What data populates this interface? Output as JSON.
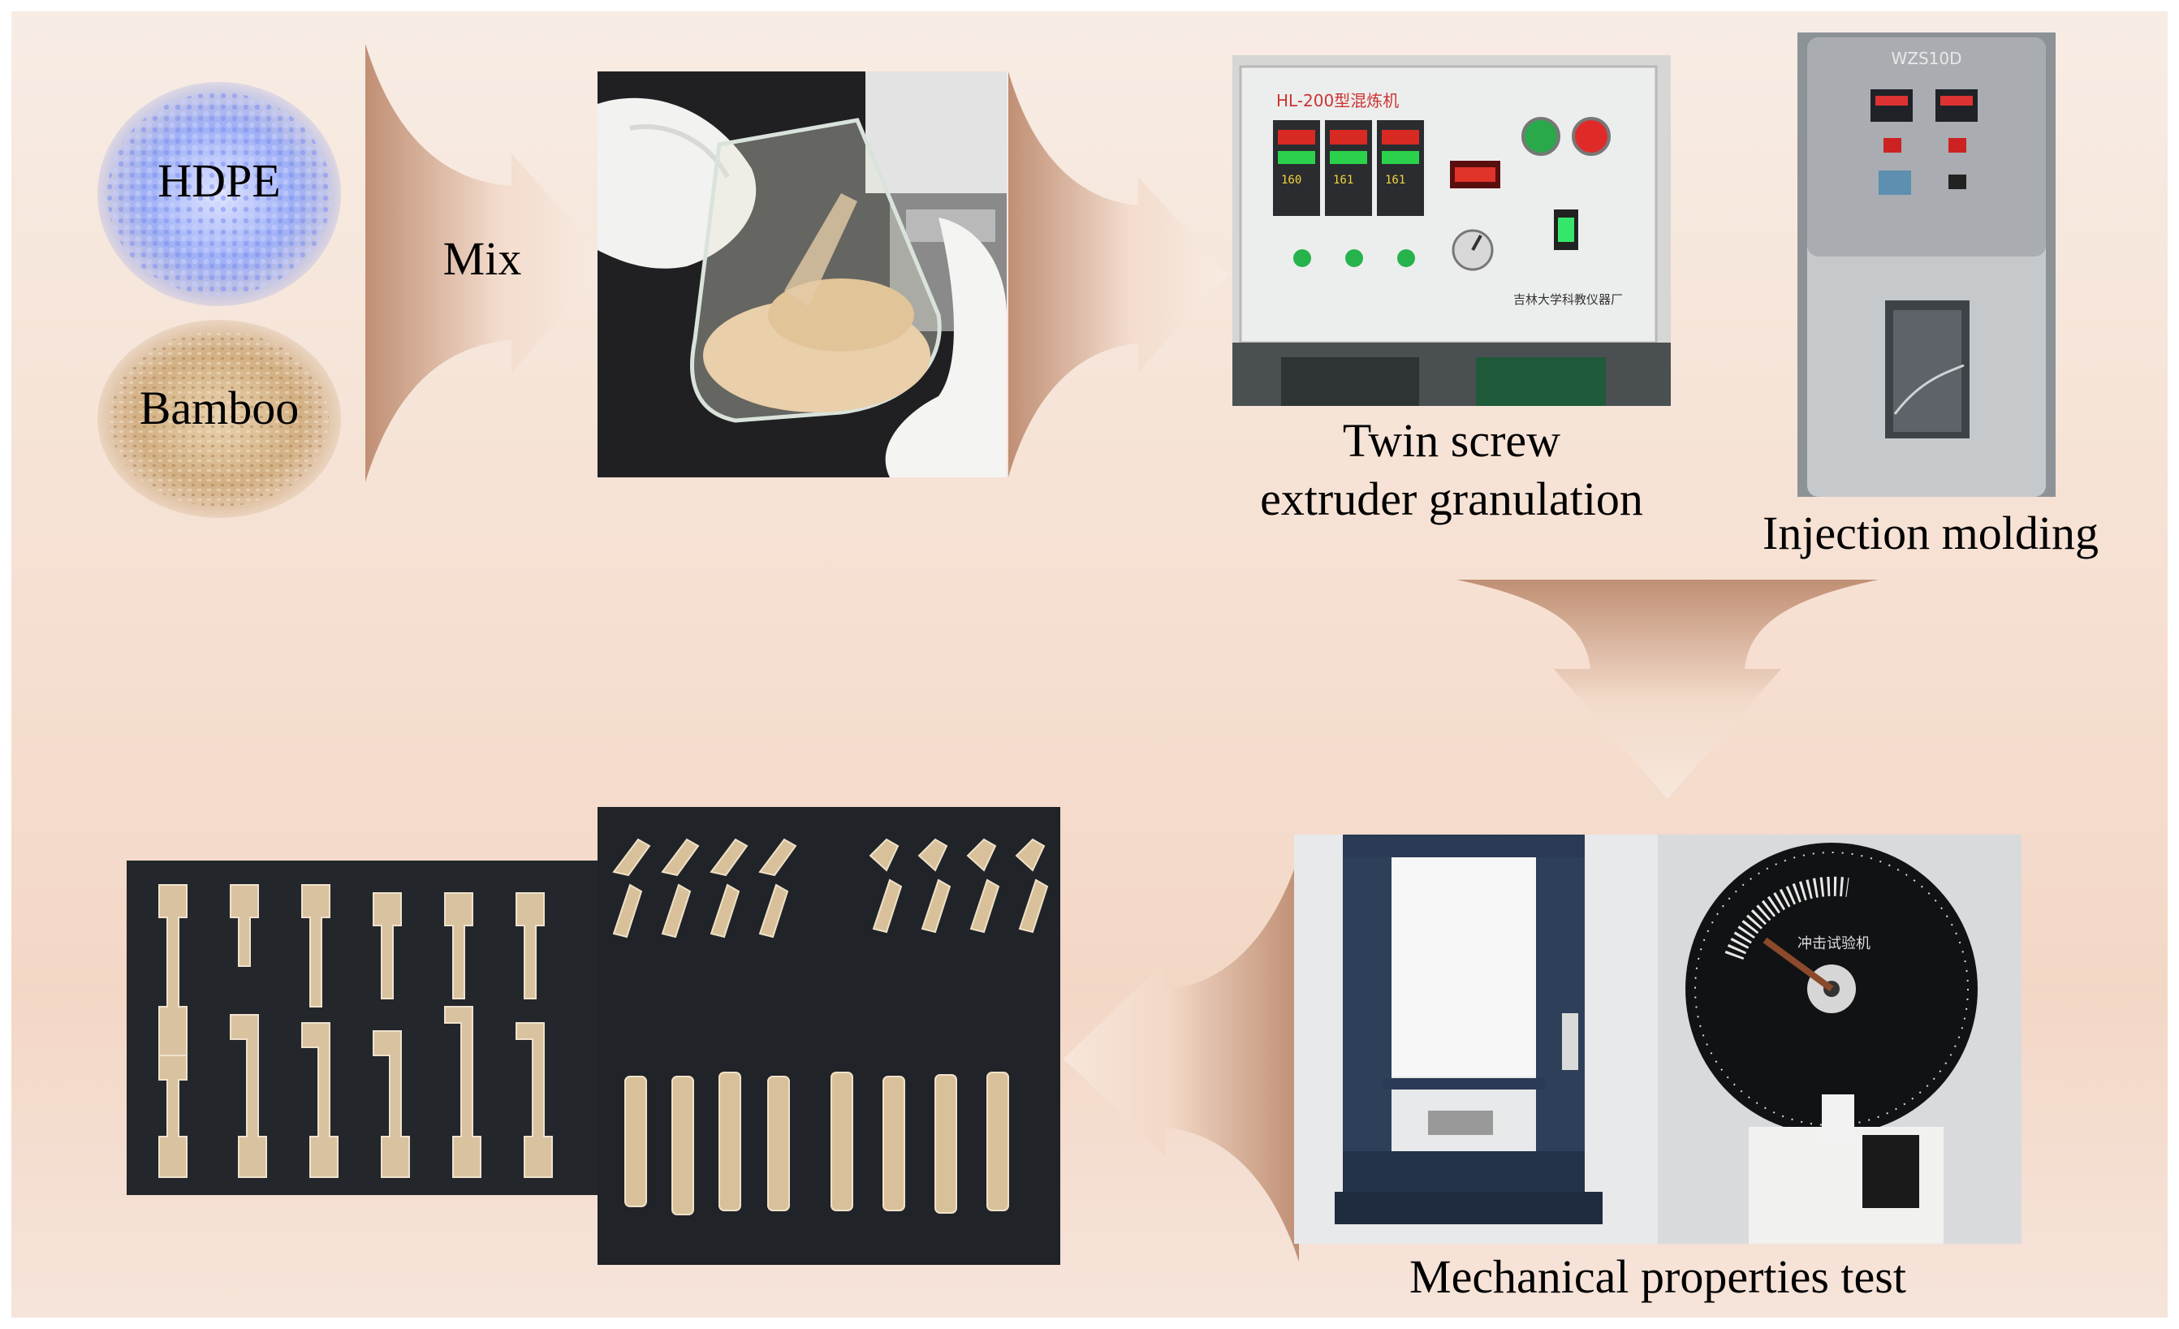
{
  "materials": {
    "hdpe_label": "HDPE",
    "bamboo_label": "Bamboo"
  },
  "steps": {
    "mix_label": "Mix",
    "extruder_label_line1": "Twin screw",
    "extruder_label_line2": "extruder granulation",
    "injection_label": "Injection molding",
    "test_label": "Mechanical properties test"
  },
  "extruder_panel": {
    "model_text": "HL-200型混炼机",
    "display_values": [
      "160",
      "161",
      "161"
    ],
    "maker_text": "吉林大学科教仪器厂"
  },
  "injection_machine": {
    "model_text": "WZS10D"
  },
  "impact_tester": {
    "dial_text": "冲击试验机"
  },
  "colors": {
    "background_top": "#f7ece4",
    "background_bottom": "#f3d7c6",
    "arrow_light": "#f6e3d6",
    "arrow_dark": "#b98468",
    "hdpe_blue": "#8fa0f0",
    "bamboo_tan": "#d8b68a"
  }
}
